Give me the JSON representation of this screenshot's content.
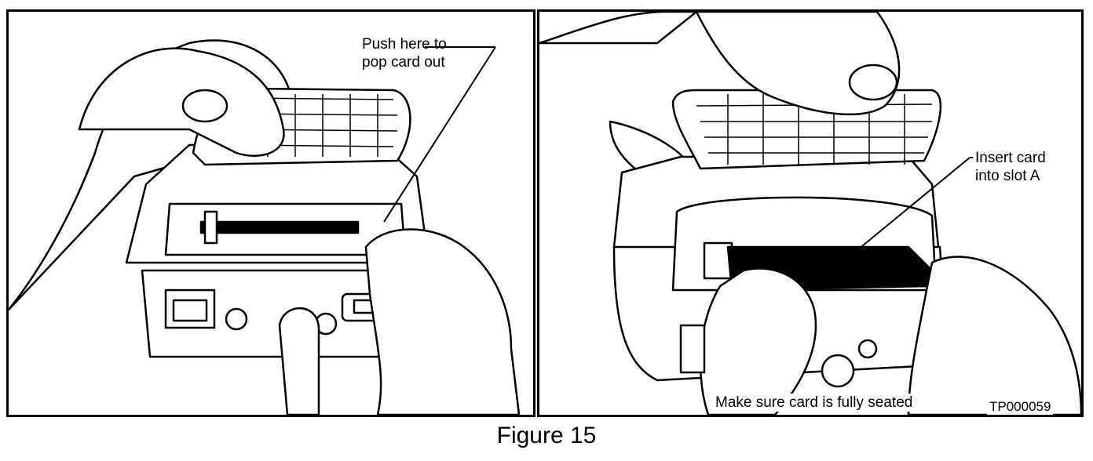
{
  "figure_caption": "Figure 15",
  "left_panel": {
    "callout": "Push here to\npop card out"
  },
  "right_panel": {
    "callout_insert": "Insert card\ninto slot A",
    "callout_seated": "Make sure card is fully seated",
    "drawing_code": "TP000059"
  }
}
